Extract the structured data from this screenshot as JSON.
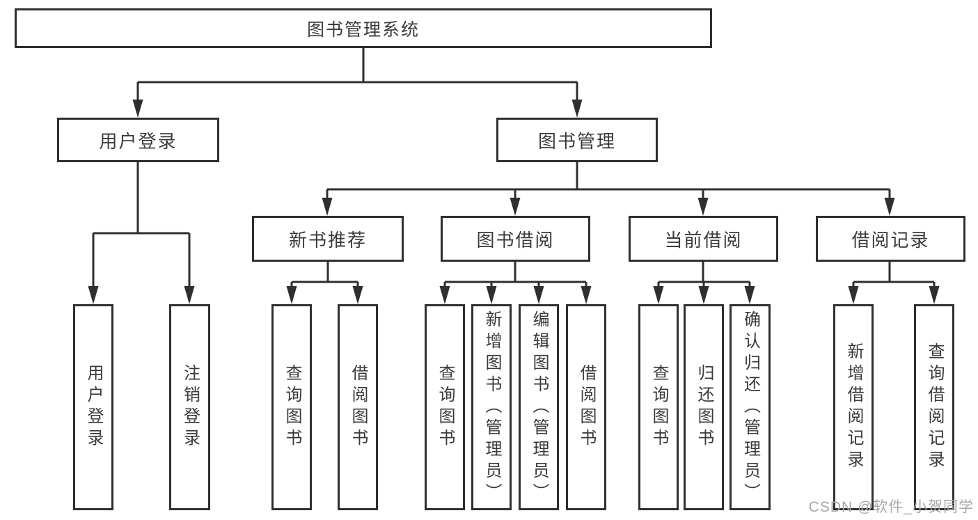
{
  "diagram": {
    "type": "hierarchy-structure-chart",
    "colors": {
      "line": "#2f2f2f",
      "box_border": "#2f2f2f",
      "text": "#3a3a3a",
      "background": "#ffffff",
      "watermark": "#a8a8a8"
    }
  },
  "tree": {
    "root": {
      "label": "图书管理系统"
    },
    "children": [
      {
        "label": "用户登录",
        "children": [
          {
            "label": "用户登录"
          },
          {
            "label": "注销登录"
          }
        ]
      },
      {
        "label": "图书管理",
        "children": [
          {
            "label": "新书推荐",
            "children": [
              {
                "label": "查询图书"
              },
              {
                "label": "借阅图书"
              }
            ]
          },
          {
            "label": "图书借阅",
            "children": [
              {
                "label": "查询图书"
              },
              {
                "label": "新增图书（管理员）"
              },
              {
                "label": "编辑图书（管理员）"
              },
              {
                "label": "借阅图书"
              }
            ]
          },
          {
            "label": "当前借阅",
            "children": [
              {
                "label": "查询图书"
              },
              {
                "label": "归还图书"
              },
              {
                "label": "确认归还（管理员）"
              }
            ]
          },
          {
            "label": "借阅记录",
            "children": [
              {
                "label": "新增借阅记录"
              },
              {
                "label": "查询借阅记录"
              }
            ]
          }
        ]
      }
    ]
  },
  "watermark": {
    "text": "CSDN @软件_小贺同学"
  }
}
